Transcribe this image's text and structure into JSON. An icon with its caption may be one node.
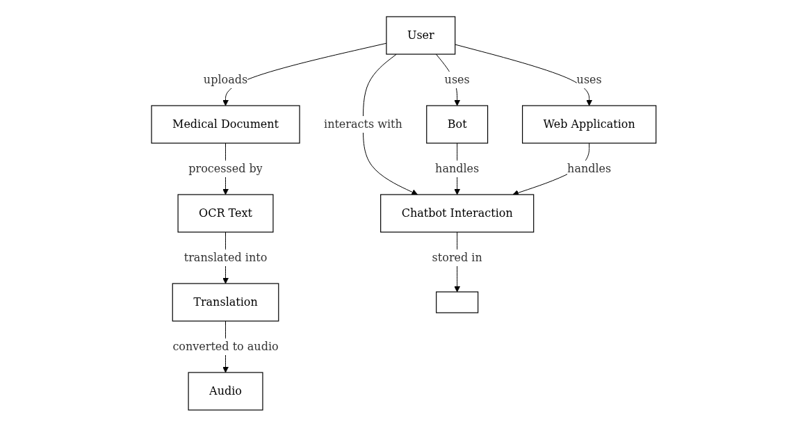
{
  "diagram": {
    "nodes": [
      {
        "text": [
          "User"
        ]
      },
      {
        "text": [
          "Medical Document"
        ]
      },
      {
        "text": [
          "Bot"
        ]
      },
      {
        "text": [
          "Web Application"
        ]
      },
      {
        "text": [
          "OCR Text"
        ]
      },
      {
        "text": [
          "Chatbot Interaction"
        ]
      },
      {
        "text": [
          "Translation"
        ]
      },
      {
        "text": [],
        "shape": "box"
      },
      {
        "text": [
          "Audio"
        ]
      }
    ],
    "edges": [
      {
        "from": 0,
        "to": 1,
        "arrow": "to",
        "label": "uploads"
      },
      {
        "from": 0,
        "to": 5,
        "arrow": "to",
        "label": "interacts with"
      },
      {
        "from": 0,
        "to": 2,
        "arrow": "to",
        "label": "uses"
      },
      {
        "from": 0,
        "to": 3,
        "arrow": "to",
        "label": "uses"
      },
      {
        "from": 1,
        "to": 4,
        "arrow": "to",
        "label": "processed by"
      },
      {
        "from": 2,
        "to": 5,
        "arrow": "to",
        "label": "handles"
      },
      {
        "from": 3,
        "to": 5,
        "arrow": "to",
        "label": "handles"
      },
      {
        "from": 4,
        "to": 6,
        "arrow": "to",
        "label": "translated into"
      },
      {
        "from": 5,
        "to": 7,
        "arrow": "to",
        "label": "stored in"
      },
      {
        "from": 6,
        "to": 8,
        "arrow": "to",
        "label": "converted to audio"
      }
    ]
  }
}
